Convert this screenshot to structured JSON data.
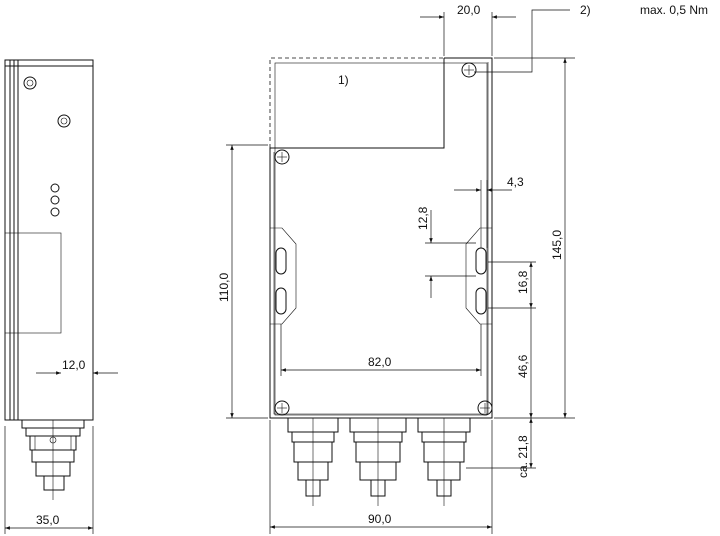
{
  "dimensions": {
    "side_width": "35,0",
    "side_offset": "12,0",
    "front_width": "90,0",
    "inner_width": "82,0",
    "top_block": "20,0",
    "height_total": "145,0",
    "height_body": "110,0",
    "slot_pitch": "12,8",
    "slot_width": "4,3",
    "slot_length": "16,8",
    "lower_offset": "46,6",
    "connector_length": "ca. 21,8"
  },
  "notes": {
    "note1": "1)",
    "note2": "2)",
    "torque": "max. 0,5 Nm"
  }
}
